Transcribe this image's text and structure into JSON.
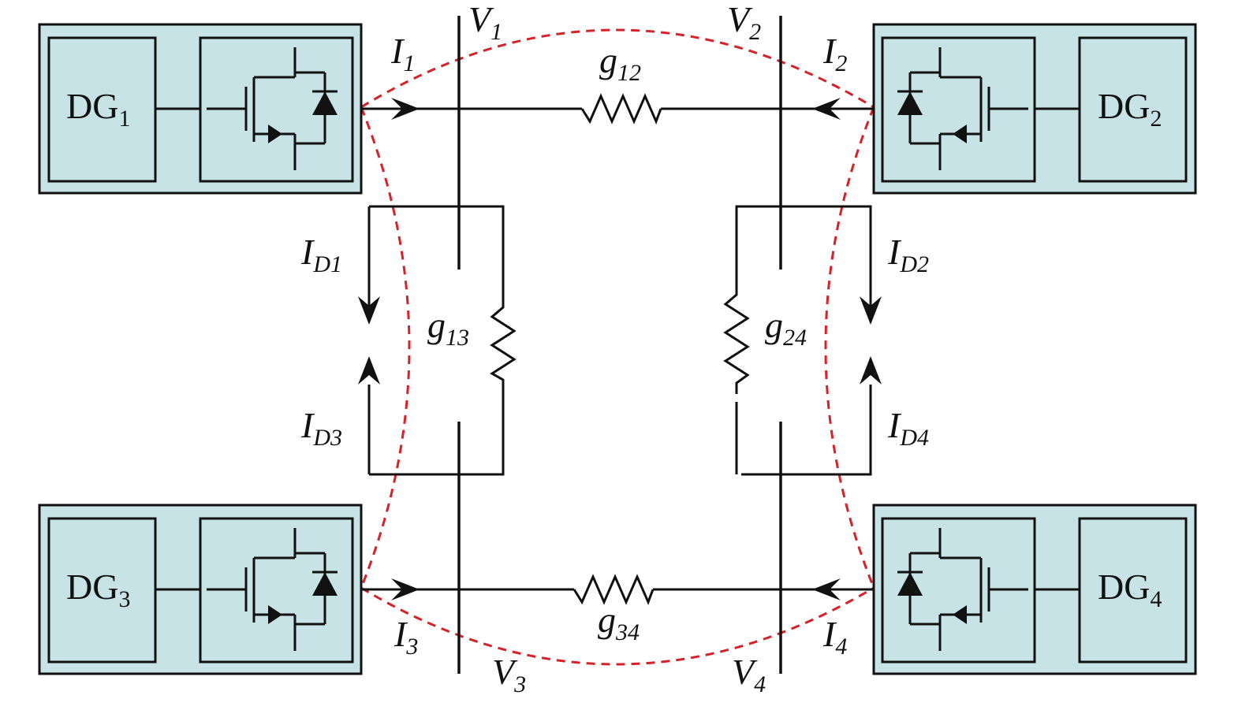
{
  "units": [
    {
      "id": "dg1",
      "name": "DG",
      "sub": "1"
    },
    {
      "id": "dg2",
      "name": "DG",
      "sub": "2"
    },
    {
      "id": "dg3",
      "name": "DG",
      "sub": "3"
    },
    {
      "id": "dg4",
      "name": "DG",
      "sub": "4"
    }
  ],
  "buses": [
    {
      "id": "v1",
      "name": "V",
      "sub": "1"
    },
    {
      "id": "v2",
      "name": "V",
      "sub": "2"
    },
    {
      "id": "v3",
      "name": "V",
      "sub": "3"
    },
    {
      "id": "v4",
      "name": "V",
      "sub": "4"
    }
  ],
  "currents": [
    {
      "id": "i1",
      "name": "I",
      "sub": "1"
    },
    {
      "id": "i2",
      "name": "I",
      "sub": "2"
    },
    {
      "id": "i3",
      "name": "I",
      "sub": "3"
    },
    {
      "id": "i4",
      "name": "I",
      "sub": "4"
    },
    {
      "id": "id1",
      "name": "I",
      "sub": "D1"
    },
    {
      "id": "id2",
      "name": "I",
      "sub": "D2"
    },
    {
      "id": "id3",
      "name": "I",
      "sub": "D3"
    },
    {
      "id": "id4",
      "name": "I",
      "sub": "D4"
    }
  ],
  "conductances": [
    {
      "id": "g12",
      "name": "g",
      "sub": "12"
    },
    {
      "id": "g13",
      "name": "g",
      "sub": "13"
    },
    {
      "id": "g24",
      "name": "g",
      "sub": "24"
    },
    {
      "id": "g34",
      "name": "g",
      "sub": "34"
    }
  ],
  "colors": {
    "box_fill": "#c8e3e6",
    "communication_link": "#d62128",
    "line": "#111111"
  }
}
